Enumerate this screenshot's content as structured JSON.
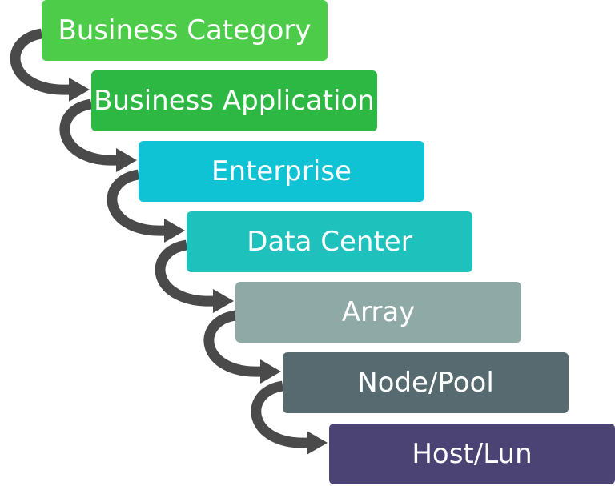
{
  "levels": [
    {
      "label": "Business Category",
      "color": "#4ccc48"
    },
    {
      "label": "Business Application",
      "color": "#2db843"
    },
    {
      "label": "Enterprise",
      "color": "#0fc3d4"
    },
    {
      "label": "Data Center",
      "color": "#1ec1bb"
    },
    {
      "label": "Array",
      "color": "#8fa9a7"
    },
    {
      "label": "Node/Pool",
      "color": "#566a70"
    },
    {
      "label": "Host/Lun",
      "color": "#4a4374"
    }
  ],
  "arrow_color": "#4a4a4a"
}
